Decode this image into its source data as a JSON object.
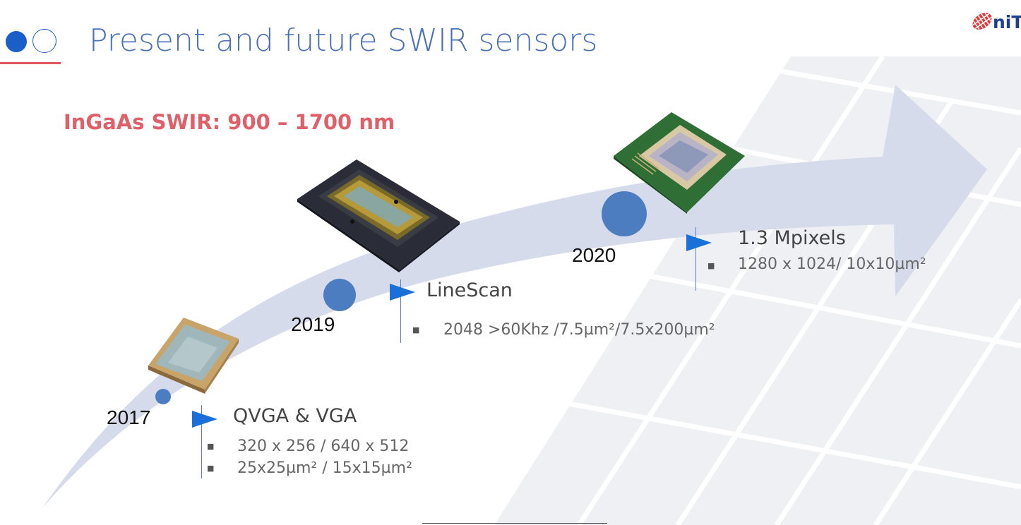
{
  "header": {
    "title": "Present and future SWIR sensors",
    "subtitle": "InGaAs SWIR: 900 – 1700 nm",
    "logo_text": "niT"
  },
  "colors": {
    "title_blue": "#4a72b8",
    "accent_red": "#e0565f",
    "arrow_fill": "#d3d9ea",
    "dot_blue": "#4c7dc0",
    "flag_blue": "#1a6fd8"
  },
  "milestones": [
    {
      "year": "2017",
      "title": "QVGA & VGA",
      "specs": [
        "320 x 256 / 640 x 512",
        "25x25µm² / 15x15µm²"
      ]
    },
    {
      "year": "2019",
      "title": "LineScan",
      "specs": [
        "2048 >60Khz /7.5µm²/7.5x200µm²"
      ]
    },
    {
      "year": "2020",
      "title": "1.3 Mpixels",
      "specs": [
        "1280 x 1024/ 10x10µm²"
      ]
    }
  ]
}
